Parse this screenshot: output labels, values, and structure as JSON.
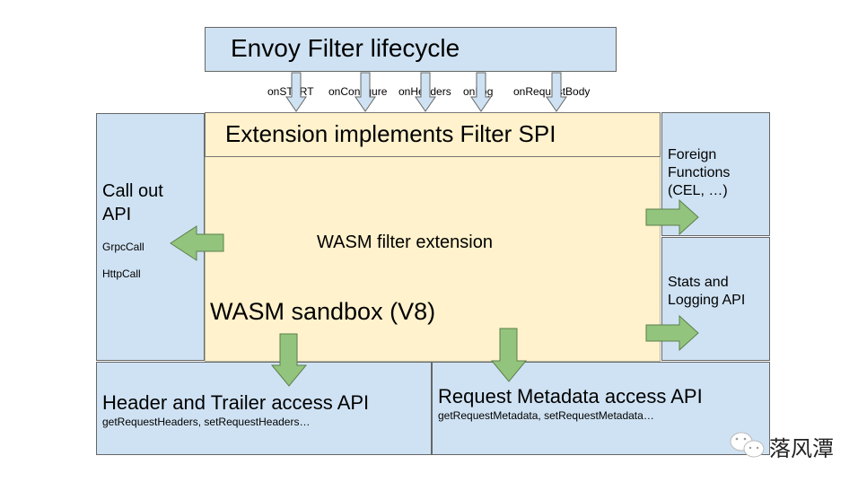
{
  "lifecycle": {
    "title": "Envoy Filter lifecycle"
  },
  "callbacks": [
    "onSTART",
    "onConfigure",
    "onHeaders",
    "onLog",
    "onRequestBody"
  ],
  "spi": {
    "title": "Extension implements Filter SPI"
  },
  "wasm": {
    "extension_label": "WASM filter extension",
    "sandbox_label": "WASM sandbox (V8)"
  },
  "callout": {
    "title_line1": "Call out",
    "title_line2": "API",
    "items": [
      "GrpcCall",
      "HttpCall"
    ]
  },
  "foreign": {
    "line1": "Foreign",
    "line2": "Functions",
    "line3": "(CEL, …)"
  },
  "stats": {
    "line1": "Stats and",
    "line2": "Logging API"
  },
  "header_api": {
    "title": "Header and Trailer access API",
    "subtitle": "getRequestHeaders, setRequestHeaders…"
  },
  "metadata_api": {
    "title": "Request Metadata access API",
    "subtitle": "getRequestMetadata, setRequestMetadata…"
  },
  "watermark": {
    "text": "落风潭"
  },
  "colors": {
    "blue_box": "#cfe2f3",
    "yellow_box": "#fff2cc",
    "green_arrow": "#93c47d",
    "border": "#666666"
  }
}
